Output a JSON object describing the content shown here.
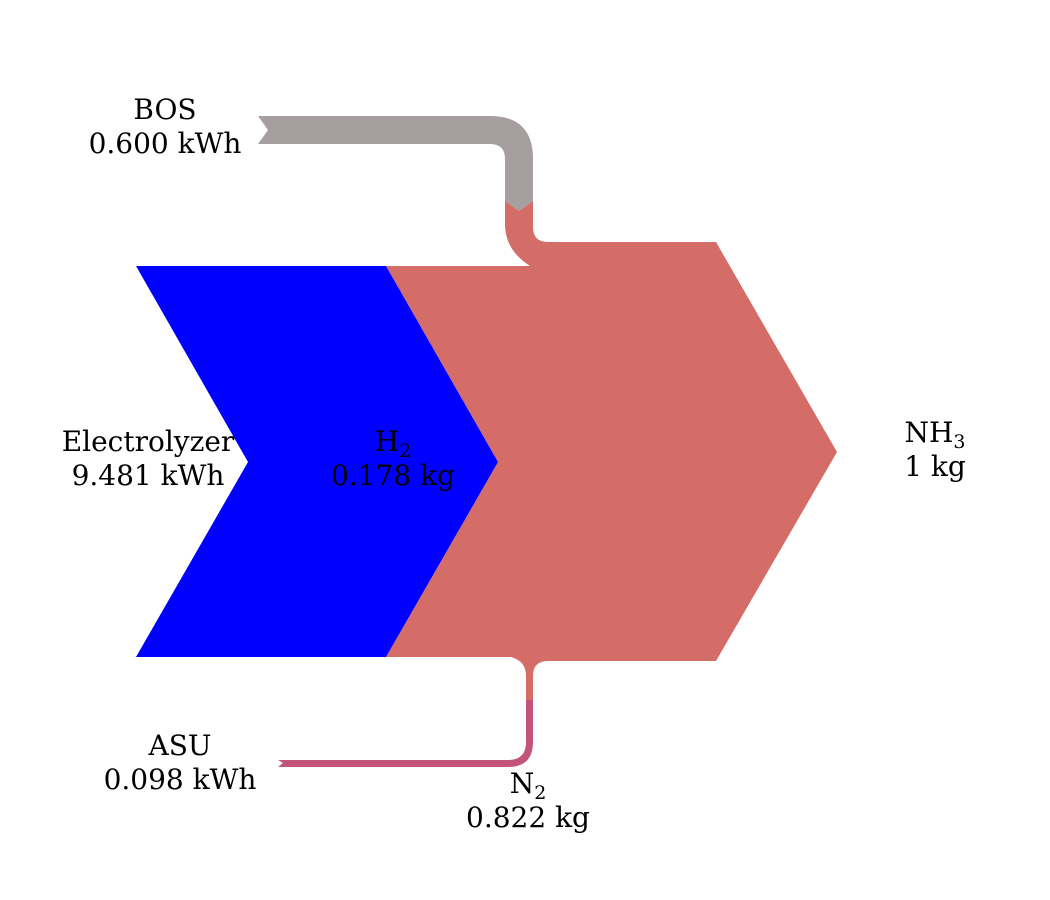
{
  "flows": [
    {
      "id": "bos",
      "name": "BOS",
      "value_text": "0.600 kWh",
      "color": "#a5a09f"
    },
    {
      "id": "electrolyzer",
      "name": "Electrolyzer",
      "value_text": "9.481 kWh",
      "color": "#0000ff"
    },
    {
      "id": "asu",
      "name": "ASU",
      "value_text": "0.098 kWh",
      "color": "#c25479"
    },
    {
      "id": "h2",
      "name_base": "H",
      "name_sub": "2",
      "value_text": "0.178 kg",
      "color": "#0000ff"
    },
    {
      "id": "n2",
      "name_base": "N",
      "name_sub": "2",
      "value_text": "0.822 kg",
      "color": "#d46c67"
    },
    {
      "id": "nh3",
      "name_base": "NH",
      "name_sub": "3",
      "value_text": "1 kg",
      "color": "#d46c67"
    }
  ],
  "colors": {
    "bos_stream": "#a5a09f",
    "electrolyzer_stream": "#0000ff",
    "asu_stream": "#c25479",
    "ammonia_stream": "#d46c67"
  }
}
